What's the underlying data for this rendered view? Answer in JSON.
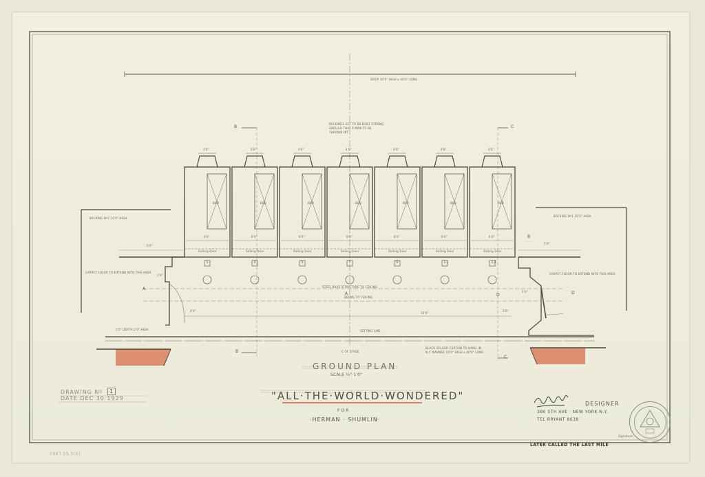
{
  "drawing": {
    "title": "\"ALL·THE·WORLD·WONDERED\"",
    "for": "FOR",
    "client": "·HERMAN · SHUMLIN·",
    "plan_title": "GROUND PLAN",
    "scale": "SCALE ¼\"·1'0\"",
    "drawing_no_label": "DRAWING Nº",
    "drawing_no": "1",
    "date": "DATE DEC 30 1929",
    "designer_role": "DESIGNER",
    "designer_address": "380 5TH AVE · NEW YORK N.Y.",
    "designer_tel": "TEL BRYANT 8638",
    "later_called": "LATER CALLED THE LAST MILE",
    "signature_caption": "Signature",
    "catalog_no": "1987.55.5(1)"
  },
  "annotations": {
    "drop": "DROP 30'0\" HIGH x 40'0\" LONG",
    "backings_note": "BACKINGS SET TO BE BUILT STRONG ENOUGH THAT A MAN TO BE THROWN INT",
    "backing_left": "BACKING Nº2 10'0\" HIGH",
    "backing_right": "BACKING Nº1 10'0\" HIGH",
    "carpet_left": "CARPET FLOOR TO EXTEND INTO THIS AREA",
    "carpet_right": "CARPET FLOOR TO EXTEND INTO THIS AREA",
    "steel_bars": "STEEL BARS STRUCTURE TO CEILING",
    "beams": "BEAMS TO CEILING",
    "setting_line": "SETTING LINE",
    "center_of_stage": "C OF STAGE",
    "black_velour": "BLACK VELOUR CURTAIN TO HANG IN N.Y. MANNER 10'0\" HIGH x 40'0\" LONG",
    "bottom_left_note": "5'0\" DEPTH 2'0\" HIGH",
    "width_15": "15'0\"",
    "dim_5_0": "5'0\"",
    "dim_4_0": "4'0\"",
    "dim_3_0": "3'0\"",
    "dim_2_0": "2'0\"",
    "dim_1_6": "1'6\"",
    "section_b": "B",
    "section_c": "C",
    "section_a": "A",
    "section_d": "D"
  },
  "cells": [
    {
      "number": "1",
      "width_label": "4'6\"",
      "bed": "BED",
      "door": "Sliding Door",
      "depth": "6'0\""
    },
    {
      "number": "3",
      "width_label": "4'6\"",
      "bed": "BED",
      "door": "Sliding Door",
      "depth": "6'0\""
    },
    {
      "number": "5",
      "width_label": "4'6\"",
      "bed": "BED",
      "door": "Sliding Door",
      "depth": "6'0\""
    },
    {
      "number": "7",
      "width_label": "4'6\"",
      "bed": "BED",
      "door": "Sliding Door",
      "depth": "6'0\""
    },
    {
      "number": "9",
      "width_label": "4'6\"",
      "bed": "BED",
      "door": "Sliding Door",
      "depth": "6'0\""
    },
    {
      "number": "11",
      "width_label": "4'6\"",
      "bed": "BED",
      "door": "Sliding Door",
      "depth": "6'0\""
    },
    {
      "number": "13",
      "width_label": "4'6\"",
      "bed": "BED",
      "door": "Sliding Door",
      "depth": "6'0\""
    }
  ],
  "colors": {
    "paper": "#efeedd",
    "ink": "#4a4a44",
    "red_underline": "#d9402b",
    "red_wash": "#d8734f"
  }
}
